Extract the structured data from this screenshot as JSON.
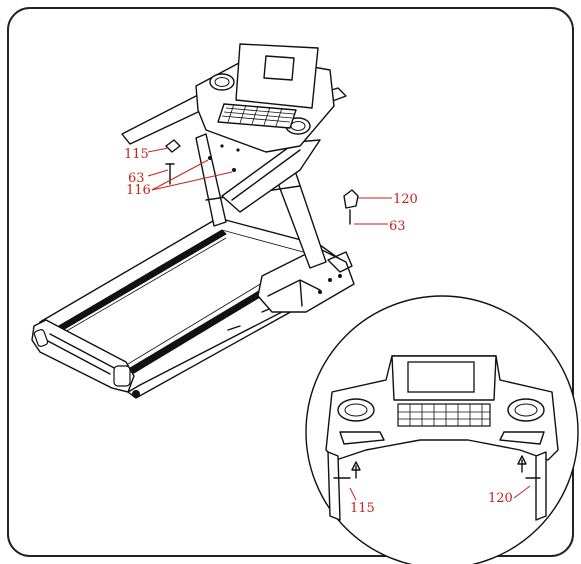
{
  "labels": {
    "main_115": "115",
    "main_63_left": "63",
    "main_116": "116",
    "main_120": "120",
    "main_63_right": "63",
    "detail_115": "115",
    "detail_120": "120"
  },
  "colors": {
    "callout": "#c8221c",
    "line_art": "#111111",
    "background": "#ffffff",
    "frame": "#222222"
  }
}
